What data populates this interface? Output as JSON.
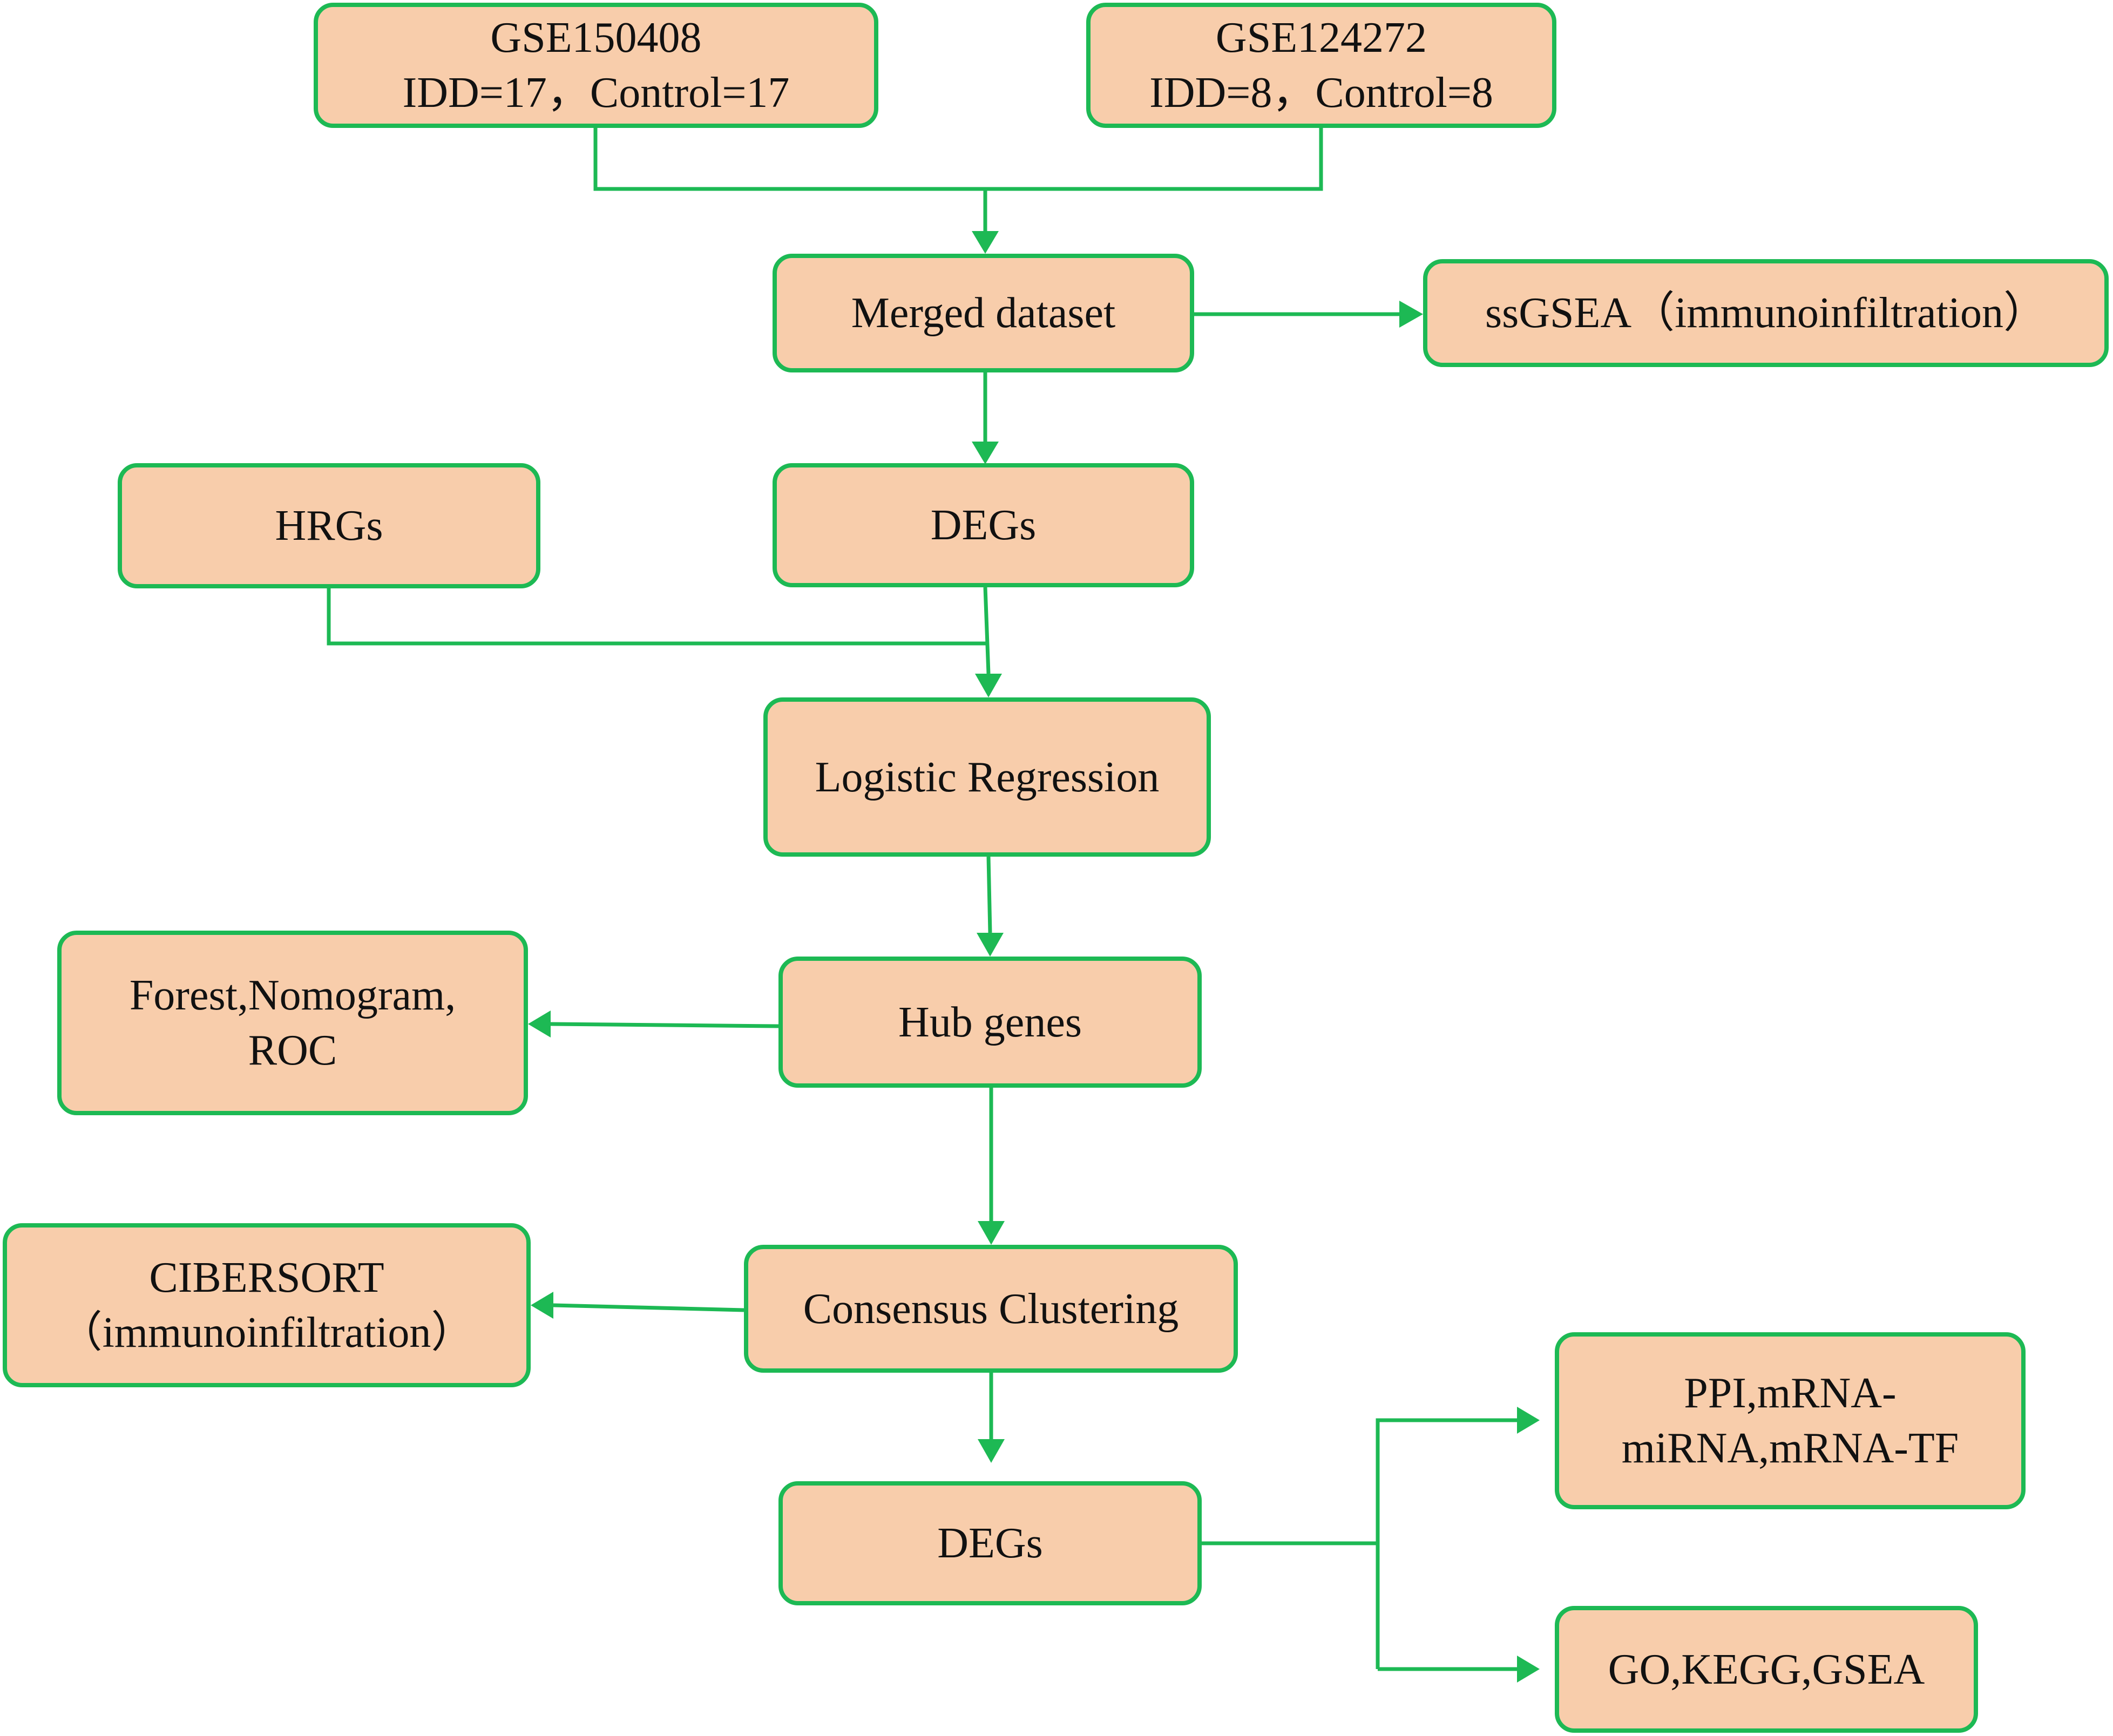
{
  "colors": {
    "box_fill": "#F8CDAB",
    "box_border": "#1DB954",
    "connector": "#1DB954",
    "text": "#111111"
  },
  "nodes": {
    "gse150408": {
      "line1": "GSE150408",
      "line2": "IDD=17，Control=17"
    },
    "gse124272": {
      "line1": "GSE124272",
      "line2": "IDD=8，Control=8"
    },
    "merged": {
      "label": "Merged dataset"
    },
    "ssgsea": {
      "label": "ssGSEA（immunoinfiltration）"
    },
    "hrgs": {
      "label": "HRGs"
    },
    "degs1": {
      "label": "DEGs"
    },
    "logistic": {
      "label": "Logistic Regression"
    },
    "hub": {
      "label": "Hub genes"
    },
    "forest": {
      "line1": "Forest,Nomogram,",
      "line2": "ROC"
    },
    "consensus": {
      "label": "Consensus Clustering"
    },
    "cibersort": {
      "line1": "CIBERSORT",
      "line2": "（immunoinfiltration）"
    },
    "degs2": {
      "label": "DEGs"
    },
    "ppi": {
      "line1": "PPI,mRNA-",
      "line2": "miRNA,mRNA-TF"
    },
    "go": {
      "label": "GO,KEGG,GSEA"
    }
  }
}
